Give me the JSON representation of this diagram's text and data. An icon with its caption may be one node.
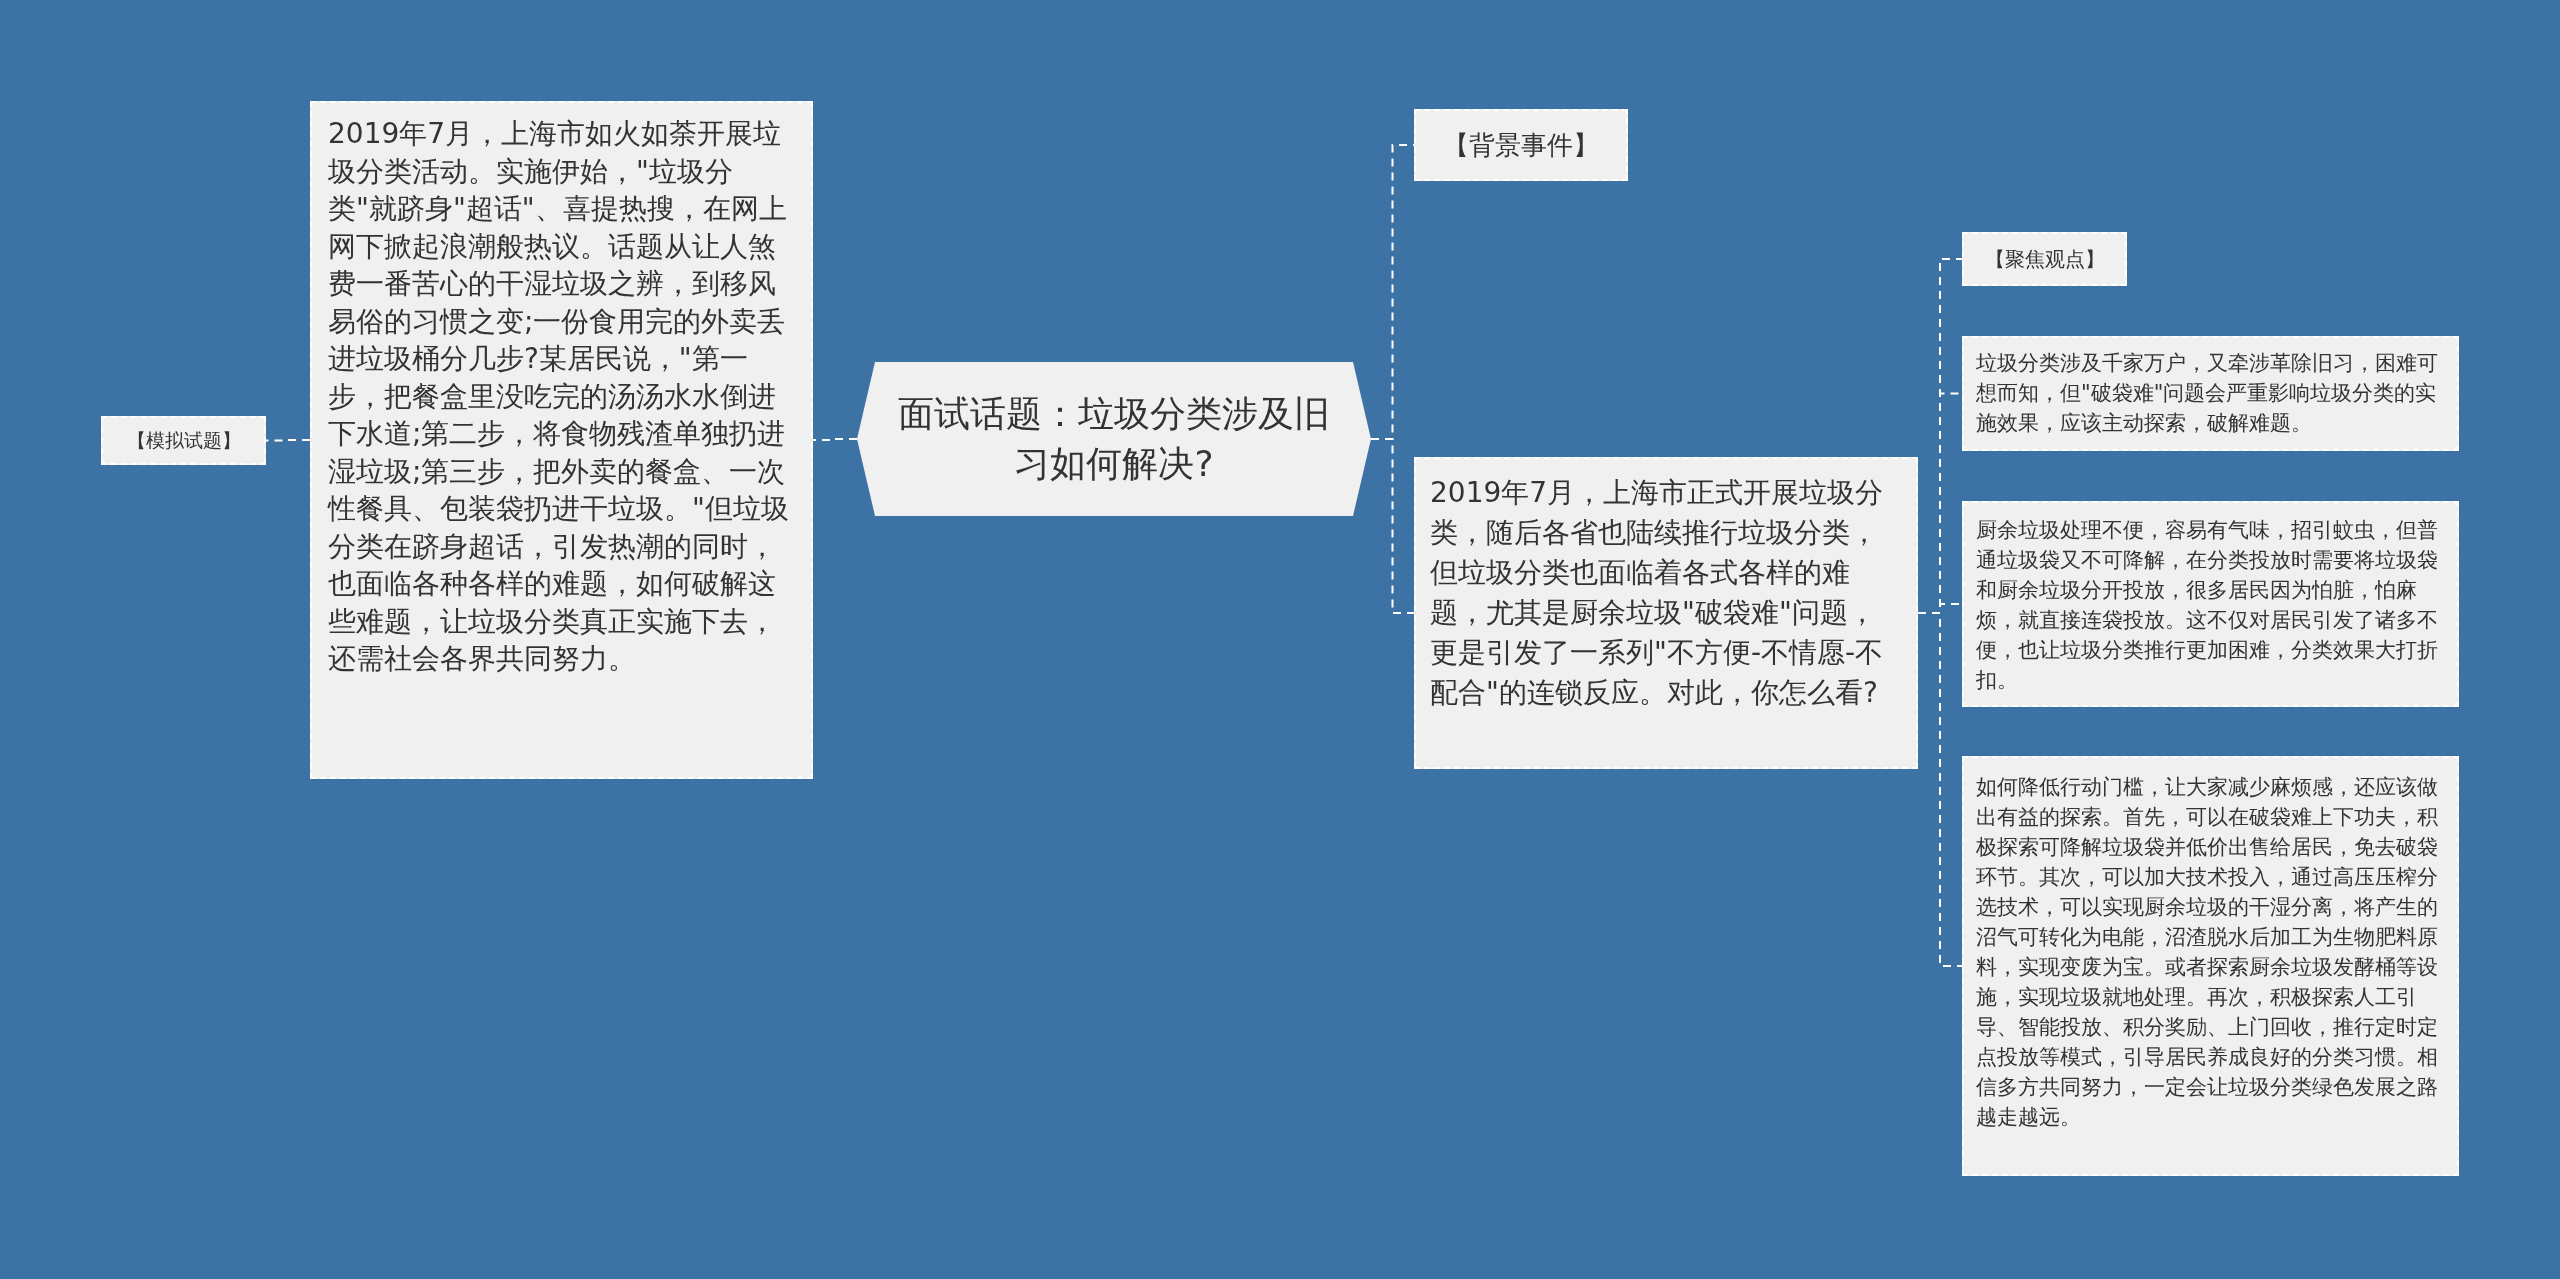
{
  "diagram": {
    "nodes": [
      {
        "text": [
          "面试话题：垃圾分类涉及旧习如何解决?"
        ]
      },
      {
        "text": [
          "2019年7月，上海市如火如荼开展垃圾分类活动。实施伊始，\"垃圾分类\"就跻身\"超话\"、喜提热搜，在网上网下掀起浪潮般热议。话题从让人煞费一番苦心的干湿垃圾之辨，到移风易俗的习惯之变;一份食用完的外卖丢进垃圾桶分几步?某居民说，\"第一步，把餐盒里没吃完的汤汤水水倒进下水道;第二步，将食物残渣单独扔进湿垃圾;第三步，把外卖的餐盒、一次性餐具、包装袋扔进干垃圾。\"但垃圾分类在跻身超话，引发热潮的同时，也面临各种各样的难题，如何破解这些难题，让垃圾分类真正实施下去，还需社会各界共同努力。"
        ]
      },
      {
        "text": [
          "【模拟试题】"
        ]
      },
      {
        "text": [
          "【背景事件】"
        ]
      },
      {
        "text": [
          "2019年7月，上海市正式开展垃圾分类，随后各省也陆续推行垃圾分类，但垃圾分类也面临着各式各样的难题，尤其是厨余垃圾\"破袋难\"问题，更是引发了一系列\"不方便-不情愿-不配合\"的连锁反应。对此，你怎么看?"
        ]
      },
      {
        "text": [
          "【聚焦观点】"
        ]
      },
      {
        "text": [
          "垃圾分类涉及千家万户，又牵涉革除旧习，困难可想而知，但\"破袋难\"问题会严重影响垃圾分类的实施效果，应该主动探索，破解难题。"
        ]
      },
      {
        "text": [
          "厨余垃圾处理不便，容易有气味，招引蚊虫，但普通垃圾袋又不可降解，在分类投放时需要将垃圾袋和厨余垃圾分开投放，很多居民因为怕脏，怕麻烦，就直接连袋投放。这不仅对居民引发了诸多不便，也让垃圾分类推行更加困难，分类效果大打折扣。"
        ]
      },
      {
        "text": [
          "如何降低行动门槛，让大家减少麻烦感，还应该做出有益的探索。首先，可以在破袋难上下功夫，积极探索可降解垃圾袋并低价出售给居民，免去破袋环节。其次，可以加大技术投入，通过高压压榨分选技术，可以实现厨余垃圾的干湿分离，将产生的沼气可转化为电能，沼渣脱水后加工为生物肥料原料，实现变废为宝。或者探索厨余垃圾发酵桶等设施，实现垃圾就地处理。再次，积极探索人工引导、智能投放、积分奖励、上门回收，推行定时定点投放等模式，引导居民养成良好的分类习惯。相信多方共同努力，一定会让垃圾分类绿色发展之路越走越远。"
        ]
      }
    ],
    "edges": [
      {
        "from": 0,
        "to": 1,
        "arrow": "none"
      },
      {
        "from": 1,
        "to": 2,
        "arrow": "none"
      },
      {
        "from": 0,
        "to": 3,
        "arrow": "none"
      },
      {
        "from": 0,
        "to": 4,
        "arrow": "none"
      },
      {
        "from": 4,
        "to": 5,
        "arrow": "none"
      },
      {
        "from": 4,
        "to": 6,
        "arrow": "none"
      },
      {
        "from": 4,
        "to": 7,
        "arrow": "none"
      },
      {
        "from": 4,
        "to": 8,
        "arrow": "none"
      }
    ]
  }
}
